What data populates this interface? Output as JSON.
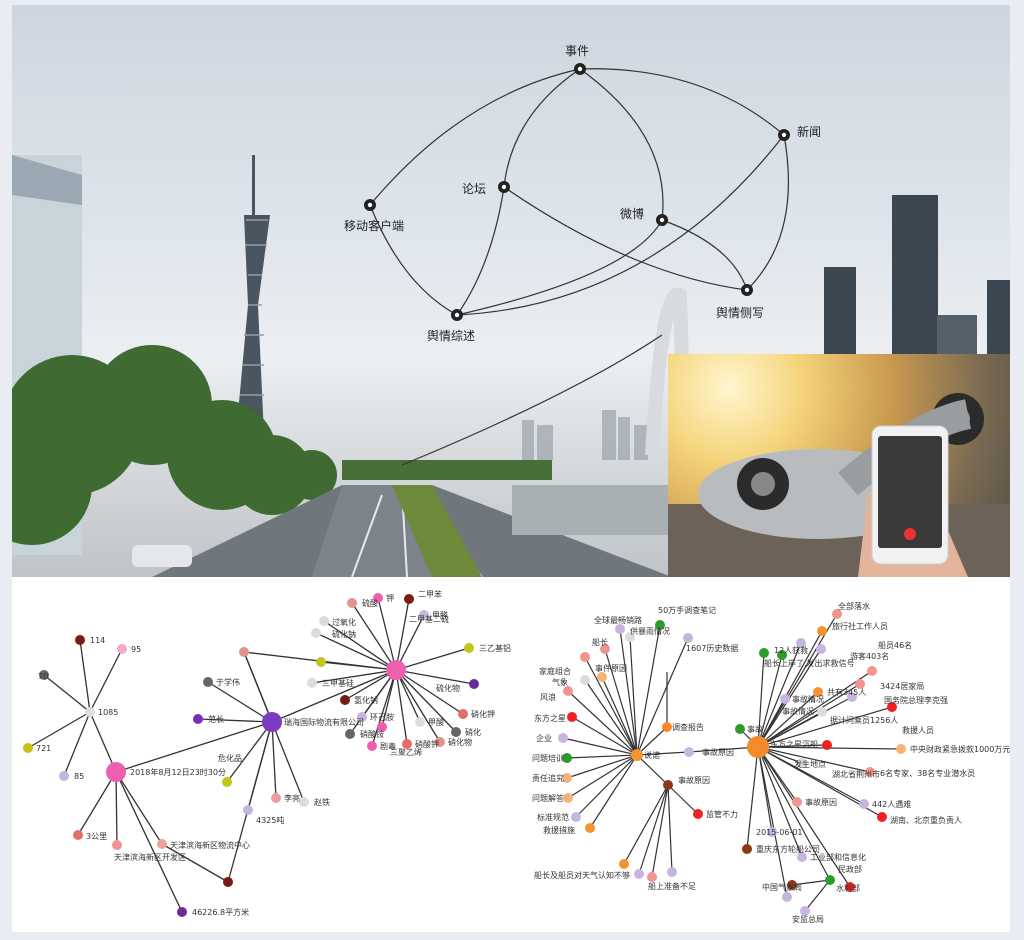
{
  "overlay_graph": {
    "nodes": [
      {
        "id": "event",
        "label": "事件"
      },
      {
        "id": "news",
        "label": "新闻"
      },
      {
        "id": "forum",
        "label": "论坛"
      },
      {
        "id": "weibo",
        "label": "微博"
      },
      {
        "id": "mobile",
        "label": "移动客户端"
      },
      {
        "id": "summary",
        "label": "舆情综述"
      },
      {
        "id": "sidewrite",
        "label": "舆情侧写"
      }
    ]
  },
  "left_network": {
    "labels": [
      "114",
      "95",
      "70",
      "1085",
      "721",
      "85",
      "2018年8月12日23时30分",
      "3公里",
      "天津滨海新区物流中心",
      "天津滨海新区开发区",
      "46226.8平方米",
      "瑞海国际物流有限公司",
      "4325吨",
      "于学伟",
      "范长",
      "危化品",
      "李亮",
      "赵铁",
      "二甲基二硫",
      "硫酸",
      "硫化物",
      "硫化钠",
      "三乙基铝",
      "过氧化",
      "钾",
      "甲醛",
      "硝化钾",
      "硝化",
      "硝化物",
      "硝酸钾",
      "二甲苯",
      "三甲基硅",
      "剧毒",
      "硝酸铵",
      "氢化钠",
      "环己胺",
      "甲酸",
      "三聚乙烯"
    ]
  },
  "right_network": {
    "labels": [
      "50万手调查笔记",
      "全球最畅销路",
      "供暴雨情况",
      "1607历史数据",
      "船长",
      "事件原因",
      "气象",
      "家庭组合",
      "风浪",
      "东方之星",
      "企业",
      "问题培训",
      "责任追究",
      "问题解答",
      "标准规范",
      "调查报告",
      "救援措施",
      "说诺",
      "船长及船员对天气认知不够",
      "事故原因",
      "监管不力",
      "船上准备不足",
      "事故原因",
      "全部落水",
      "旅行社工作人员",
      "船员46名",
      "游客403名",
      "12人获救",
      "船长上岸了,发出求救信号",
      "事故情况",
      "共有345人",
      "3424居家局",
      "国务院总理李克强",
      "事故",
      "事故情况",
      "据计问乘员1256人",
      "救援人员",
      "东方之星沉船",
      "湖北省荆州市",
      "中央财政紧急拨款1000万元",
      "发生地点",
      "6名专家、38名专业潜水员",
      "442人遇难",
      "湖南、北京重负责人",
      "事故原因",
      "2015-06-01",
      "工业部和信息化",
      "重庆东方轮船公司",
      "民政部",
      "中国气象局",
      "水利部",
      "安监总局"
    ]
  }
}
